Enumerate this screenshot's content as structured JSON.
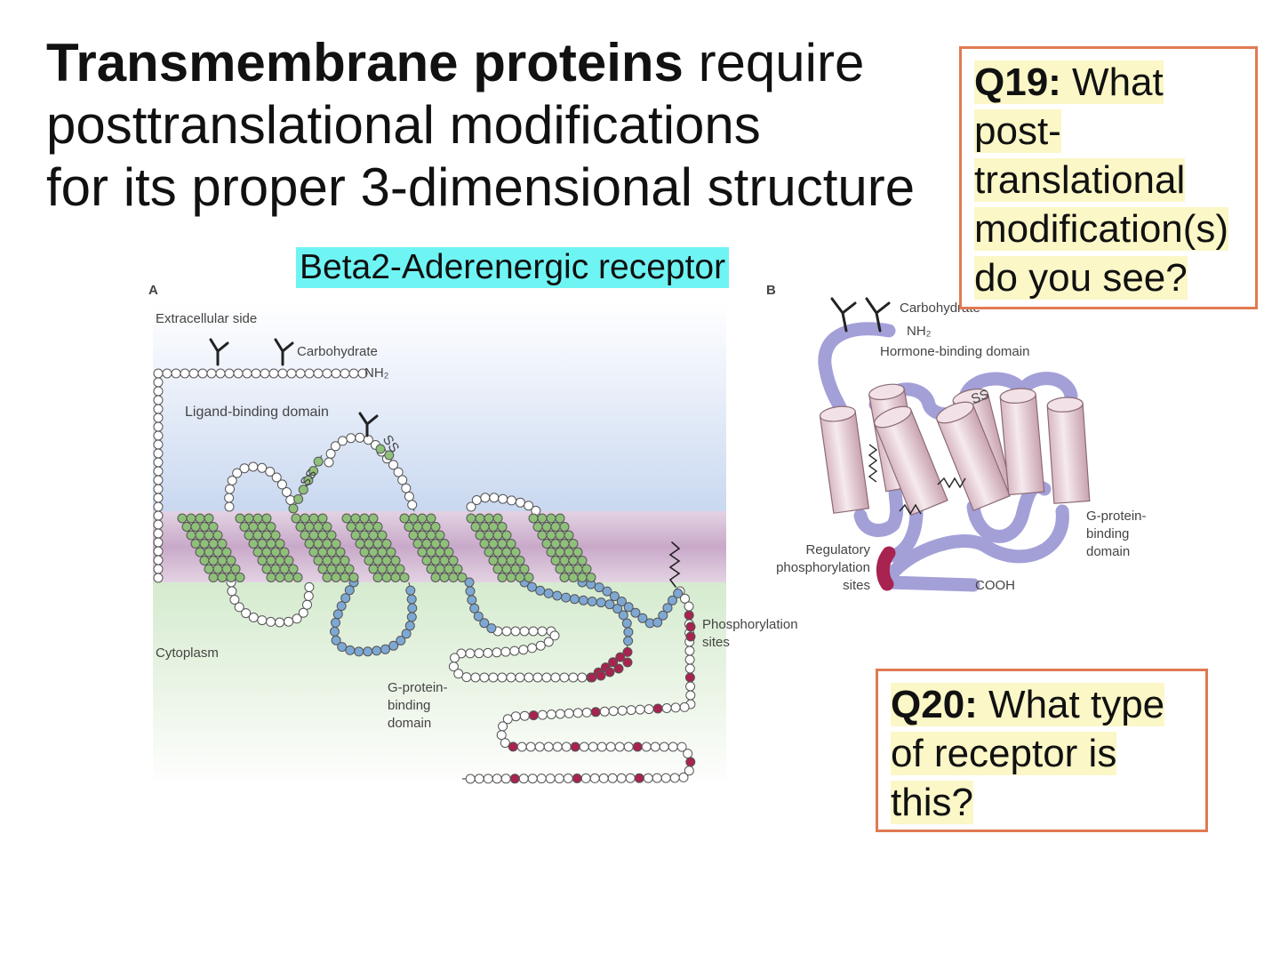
{
  "title": {
    "bold": "Transmembrane proteins",
    "line1_rest": " require",
    "line2": "posttranslational modifications",
    "line3": "for its proper 3-dimensional structure"
  },
  "figure_caption": "Beta2-Aderenergic receptor",
  "panel_a": {
    "label": "A",
    "extracellular": "Extracellular side",
    "carbohydrate": "Carbohydrate",
    "nh2": "NH₂",
    "ligand_binding": "Ligand-binding domain",
    "ss": "SS",
    "cytoplasm": "Cytoplasm",
    "g_protein": [
      "G-protein-",
      "binding",
      "domain"
    ],
    "phosphorylation": [
      "Phosphorylation",
      "sites"
    ]
  },
  "panel_b": {
    "label": "B",
    "carbohydrate": "Carbohydrate",
    "nh2": "NH₂",
    "hormone_binding": "Hormone-binding domain",
    "ss": "SS",
    "g_protein": [
      "G-protein-",
      "binding",
      "domain"
    ],
    "regulatory": [
      "Regulatory",
      "phosphorylation",
      "sites"
    ],
    "cooh": "COOH"
  },
  "colors": {
    "residue_tm": "#8fc07a",
    "residue_cyto": "#7ea8d4",
    "residue_phospho": "#a8234f",
    "membrane": "#c9a9c9",
    "backbone_b": "#a3a0d8",
    "helix_b": "#ecd6dc",
    "box_border": "#e07a52",
    "highlight": "#fbf7c7",
    "caption_bg": "#6ff4f4"
  },
  "q19": {
    "label": "Q19:",
    "lines": [
      " What",
      "post-",
      "translational",
      "modification(s)",
      "do you see?"
    ]
  },
  "q20": {
    "label": "Q20:",
    "lines": [
      " What type",
      "of receptor is",
      "this?"
    ]
  }
}
